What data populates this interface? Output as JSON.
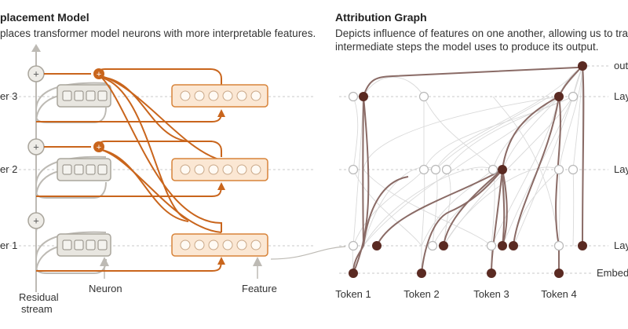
{
  "left_panel": {
    "title": "placement Model",
    "description": "places transformer model neurons with more interpretable features.",
    "layer_labels": [
      "er 3",
      "er 2",
      "er 1"
    ],
    "labels": {
      "neuron": "Neuron",
      "feature": "Feature",
      "residual_line1": "Residual",
      "residual_line2": "stream"
    },
    "add_symbol": "+",
    "colors": {
      "orange": "#c9651c",
      "feature_fill": "#fbe7d3",
      "feature_stroke": "#d8843a",
      "neuron_fill": "#e8e6e0",
      "neuron_stroke": "#a9a59c",
      "gray_line": "#bdbab4"
    }
  },
  "right_panel": {
    "title": "Attribution Graph",
    "description_line1": "Depicts influence of features on one another, allowing us to trace",
    "description_line2": "intermediate steps the model uses to produce its output.",
    "right_labels": [
      "outp",
      "Laye",
      "Laye",
      "Laye",
      "Embedd"
    ],
    "tokens": [
      "Token 1",
      "Token 2",
      "Token 3",
      "Token 4"
    ],
    "colors": {
      "active_node": "#5a2a22",
      "active_edge": "#8a6b66",
      "faint_edge": "#d9d9d9",
      "inactive_node_stroke": "#b8b8b8"
    }
  }
}
